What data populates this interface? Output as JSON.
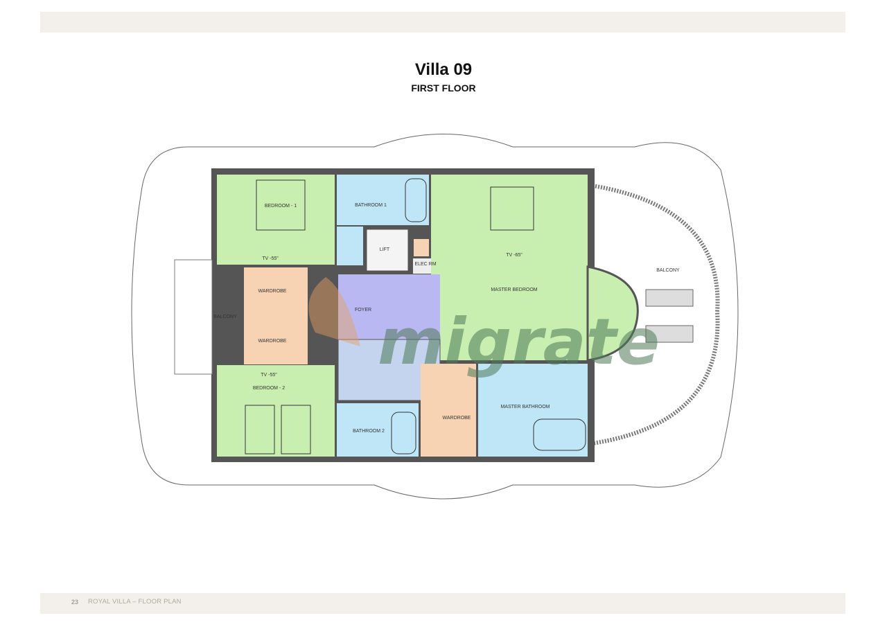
{
  "header": {
    "title": "Villa 09",
    "subtitle": "FIRST FLOOR"
  },
  "footer": {
    "page_number": "23",
    "text": "ROYAL VILLA – FLOOR PLAN"
  },
  "rooms": {
    "bedroom1": "BEDROOM - 1",
    "bathroom1": "BATHROOM 1",
    "lift": "LIFT",
    "elec": "ELEC RM",
    "tv1": "TV -55\"",
    "tv_master": "TV -65\"",
    "tv2": "TV -55\"",
    "wardrobe1": "WARDROBE",
    "wardrobe2": "WARDROBE",
    "foyer": "FOYER",
    "balcony_left": "BALCONY",
    "balcony_right": "BALCONY",
    "master_bedroom": "MASTER BEDROOM",
    "bedroom2": "BEDROOM - 2",
    "bathroom2": "BATHROOM 2",
    "wardrobe3": "WARDROBE",
    "master_bathroom": "MASTER BATHROOM"
  },
  "watermark": "migrate",
  "colors": {
    "bedroom": "#c8efb0",
    "bathroom": "#bfe6f7",
    "wardrobe": "#f7d3b3",
    "foyer": "#b9b8f2",
    "band": "#f3f0eb"
  }
}
